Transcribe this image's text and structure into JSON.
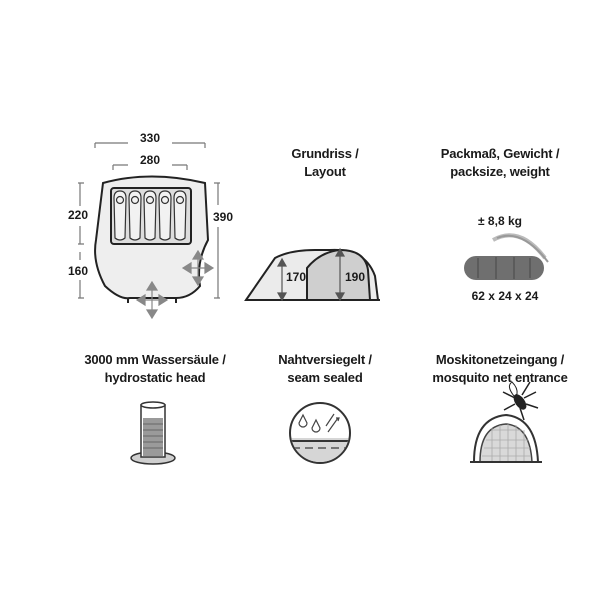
{
  "floorplan": {
    "width_outer": "330",
    "width_inner": "280",
    "height_left_top": "220",
    "height_left_bottom": "160",
    "height_right": "390"
  },
  "layout": {
    "title_line1": "Grundriss /",
    "title_line2": "Layout",
    "height_low": "170",
    "height_high": "190"
  },
  "pack": {
    "title_line1": "Packmaß, Gewicht /",
    "title_line2": "packsize, weight",
    "weight": "± 8,8 kg",
    "size": "62 x 24 x 24"
  },
  "hydrostatic": {
    "line1": "3000 mm Wassersäule /",
    "line2": "hydrostatic head"
  },
  "seam": {
    "line1": "Nahtversiegelt /",
    "line2": "seam sealed"
  },
  "mosquito": {
    "line1": "Moskitonetzeingang /",
    "line2": "mosquito net entrance"
  }
}
